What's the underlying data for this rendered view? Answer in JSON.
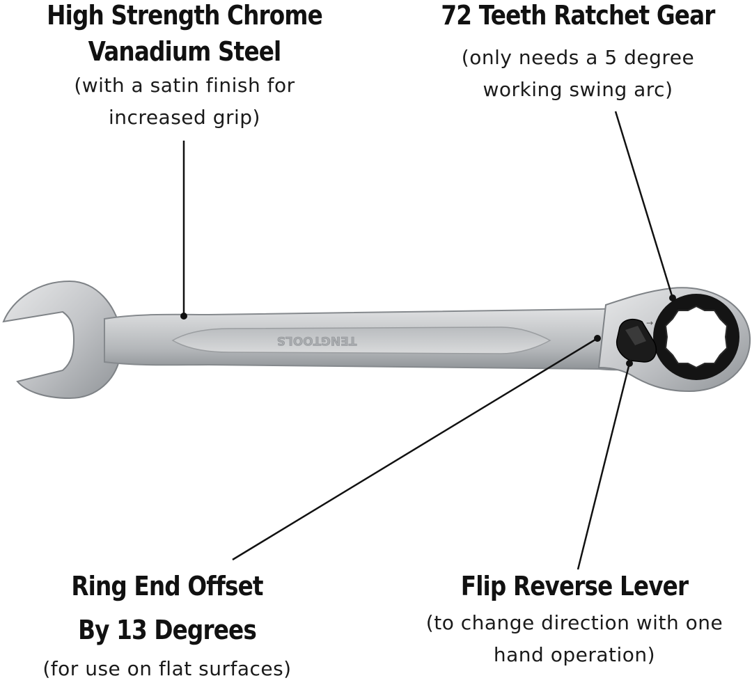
{
  "callouts": {
    "steel": {
      "title_line1": "High Strength Chrome",
      "title_line2": "Vanadium Steel",
      "desc_line1": "(with a satin finish for",
      "desc_line2": "increased grip)"
    },
    "gear": {
      "title_line1": "72 Teeth Ratchet Gear",
      "desc_line1": "(only needs a 5 degree",
      "desc_line2": "working swing arc)"
    },
    "offset": {
      "title_line1": "Ring End Offset",
      "title_line2": "By 13 Degrees",
      "desc_line1": "(for use on flat surfaces)"
    },
    "lever": {
      "title_line1": "Flip Reverse Lever",
      "desc_line1": "(to change direction with one",
      "desc_line2": "hand operation)"
    }
  },
  "wrench": {
    "brand_engraving": "TENGTOOLS",
    "steel_color": "#bfc1c3",
    "highlight_color": "#e2e3e4",
    "shadow_color": "#8e9194",
    "ring_insert_color": "#141414"
  },
  "leader_line_color": "#111111"
}
